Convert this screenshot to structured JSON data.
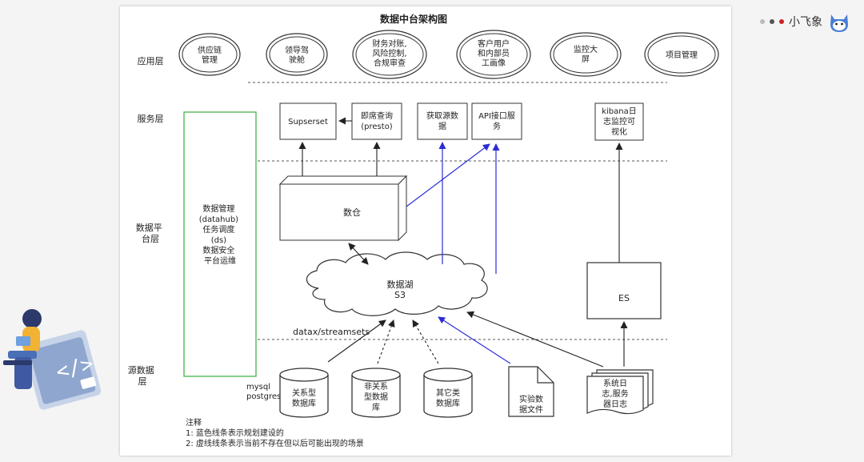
{
  "title": "数据中台架构图",
  "brand": {
    "name": "小飞象",
    "dot_colors": [
      "#bbbbbb",
      "#555555",
      "#cc2222"
    ]
  },
  "layers": [
    "应用层",
    "服务层",
    "数据平台层",
    "源数据层"
  ],
  "layer_lines": {
    "data_platform": [
      "数据平",
      "台层"
    ],
    "source": [
      "源数据",
      "层"
    ]
  },
  "apps": [
    [
      "供应链",
      "管理"
    ],
    [
      "领导驾",
      "驶舱"
    ],
    [
      "财务对账,",
      "风险控制,",
      "合规审查"
    ],
    [
      "客户用户",
      "和内部员",
      "工画像"
    ],
    [
      "监控大",
      "屏"
    ],
    [
      "项目管理"
    ]
  ],
  "services": {
    "superset": [
      "Supserset"
    ],
    "presto": [
      "即席查询",
      "(presto)"
    ],
    "fetch": [
      "获取源数",
      "据"
    ],
    "api": [
      "API接口服",
      "务"
    ],
    "kibana": [
      "kibana日",
      "志监控可",
      "视化"
    ]
  },
  "management_box": [
    "数据管理",
    "(datahub)",
    "任务调度",
    "(ds)",
    "数据安全",
    "平台运维"
  ],
  "warehouse": "数仓",
  "lake": [
    "数据湖",
    "S3"
  ],
  "es": "ES",
  "ingest_label": "datax/streamsets",
  "sources": {
    "db_note": [
      "mysql",
      "postgres"
    ],
    "relational": [
      "关系型",
      "数据库"
    ],
    "nonrelational": [
      "非关系",
      "型数据",
      "库"
    ],
    "other": [
      "其它类",
      "数据库"
    ],
    "experiment": [
      "实验数",
      "据文件"
    ],
    "logs": [
      "系统日",
      "志,服务",
      "器日志"
    ]
  },
  "notes": {
    "heading": "注释",
    "items": [
      "1: 蓝色线条表示规划建设的",
      "2: 虚线线条表示当前不存在但以后可能出现的场景"
    ]
  },
  "colors": {
    "blue_arrow": "#2b2bd6",
    "green_box": "#46b34a",
    "line": "#222222"
  }
}
